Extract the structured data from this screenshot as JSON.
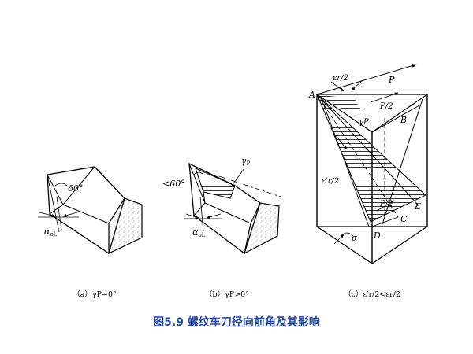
{
  "diagrams": [
    {
      "id": "a",
      "labels": {
        "angle": "60°",
        "alpha": "α",
        "alpha_sub": "oL"
      },
      "caption": "（a）γP=0°"
    },
    {
      "id": "b",
      "labels": {
        "angle": "<60°",
        "gamma": "γ",
        "gamma_sub": "P",
        "alpha": "α",
        "alpha_sub": "oL"
      },
      "caption": "（b）γP>0°"
    },
    {
      "id": "c",
      "labels": {
        "eps_top": "εr/2",
        "P": "P",
        "A": "A",
        "B": "B",
        "gammaP": "γP",
        "Phalf_top": "P/2",
        "eps_mid": "ε′r/2",
        "Phalf_bottom": "P/2",
        "C": "C",
        "D": "D",
        "E": "E",
        "alpha": "α"
      },
      "caption": "（c）ε′r/2<εr/2"
    }
  ],
  "figure_caption": "图5.9  螺纹车刀径向前角及其影响"
}
